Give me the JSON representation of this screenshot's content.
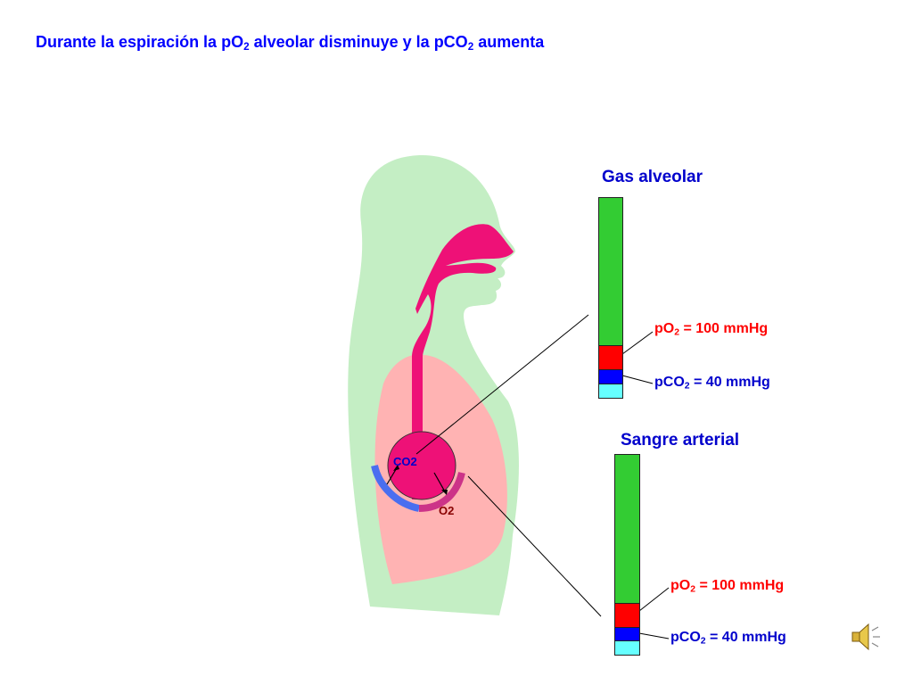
{
  "title": {
    "part1": "Durante la espiración la pO",
    "sub1": "2",
    "part2": " alveolar disminuye y la pCO",
    "sub2": "2",
    "part3": " aumenta"
  },
  "alveolar": {
    "heading": "Gas alveolar",
    "po2": {
      "prefix": "pO",
      "sub": "2",
      "suffix": " = 100 mmHg"
    },
    "pco2": {
      "prefix": "pCO",
      "sub": "2",
      "suffix": " = 40 mmHg"
    }
  },
  "arterial": {
    "heading": "Sangre arterial",
    "po2": {
      "prefix": "pO",
      "sub": "2",
      "suffix": " = 100 mmHg"
    },
    "pco2": {
      "prefix": "pCO",
      "sub": "2",
      "suffix": " = 40 mmHg"
    }
  },
  "diagram": {
    "co2_label": "CO2",
    "o2_label": "O2"
  },
  "colors": {
    "title": "#0000ff",
    "body": "#c4eec4",
    "lungs": "#ffb3b3",
    "airway": "#ee1177",
    "bar_green": "#33cc33",
    "bar_red": "#ff0000",
    "bar_blue": "#0000ff",
    "bar_cyan": "#66ffff"
  },
  "icons": {
    "sound": "speaker-icon"
  }
}
